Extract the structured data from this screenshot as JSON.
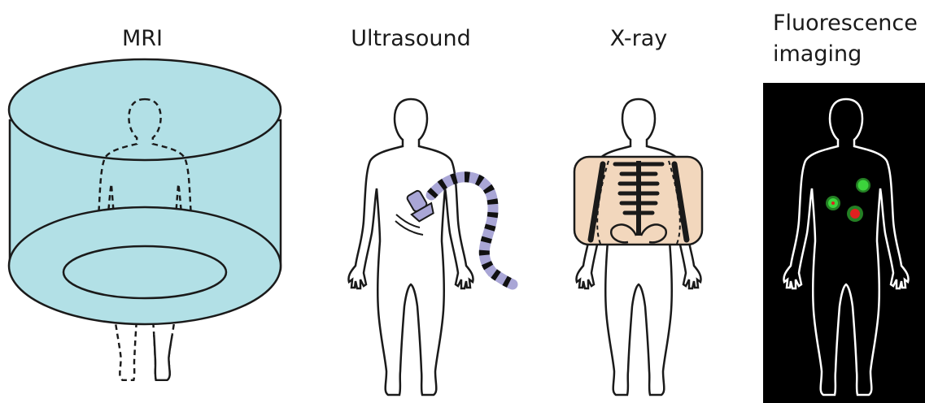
{
  "panels": [
    {
      "id": "mri",
      "label": "MRI"
    },
    {
      "id": "ultrasound",
      "label": "Ultrasound"
    },
    {
      "id": "xray",
      "label": "X-ray"
    },
    {
      "id": "fluorescence",
      "label_line1": "Fluorescence",
      "label_line2": "imaging"
    }
  ],
  "colors": {
    "mri_bore": "#b2e0e6",
    "probe": "#a9a6d6",
    "xray_plate": "#f2d7bd",
    "fluor_bg": "#000000",
    "fluor_spot_green": "#3cd43c",
    "fluor_spot_red": "#e02020"
  }
}
